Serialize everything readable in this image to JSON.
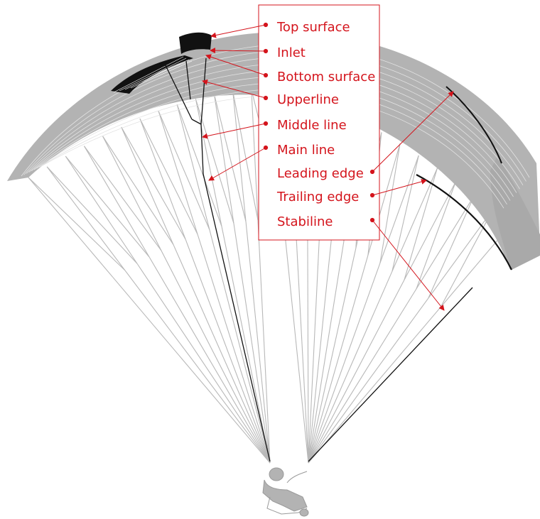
{
  "diagram": {
    "labels": [
      {
        "id": "top-surface",
        "text": "Top surface"
      },
      {
        "id": "inlet",
        "text": "Inlet"
      },
      {
        "id": "bottom-surface",
        "text": "Bottom surface"
      },
      {
        "id": "upperline",
        "text": "Upperline"
      },
      {
        "id": "middle-line",
        "text": "Middle line"
      },
      {
        "id": "main-line",
        "text": "Main line"
      },
      {
        "id": "leading-edge",
        "text": "Leading edge"
      },
      {
        "id": "trailing-edge",
        "text": "Trailing edge"
      },
      {
        "id": "stabiline",
        "text": "Stabiline"
      }
    ]
  },
  "colors": {
    "annotation": "#d4141c",
    "canopy": "#b3b3b3",
    "lines": "#b8b8b8",
    "highlight": "#111111",
    "background": "#ffffff"
  }
}
